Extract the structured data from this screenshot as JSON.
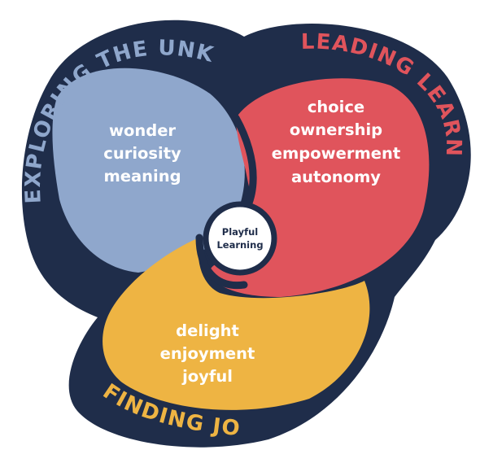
{
  "colors": {
    "outline": "#1f2d4a",
    "exploring": "#8fa7cc",
    "leading": "#e0545c",
    "joy": "#eeb443",
    "center": "#ffffff"
  },
  "center": {
    "line1": "Playful",
    "line2": "Learning"
  },
  "exploring": {
    "title": "EXPLORING THE UNKNOWN",
    "words": [
      "wonder",
      "curiosity",
      "meaning"
    ]
  },
  "leading": {
    "title": "LEADING LEARNING",
    "words": [
      "choice",
      "ownership",
      "empowerment",
      "autonomy"
    ]
  },
  "joy": {
    "title": "FINDING JOY",
    "words": [
      "delight",
      "enjoyment",
      "joyful"
    ]
  }
}
